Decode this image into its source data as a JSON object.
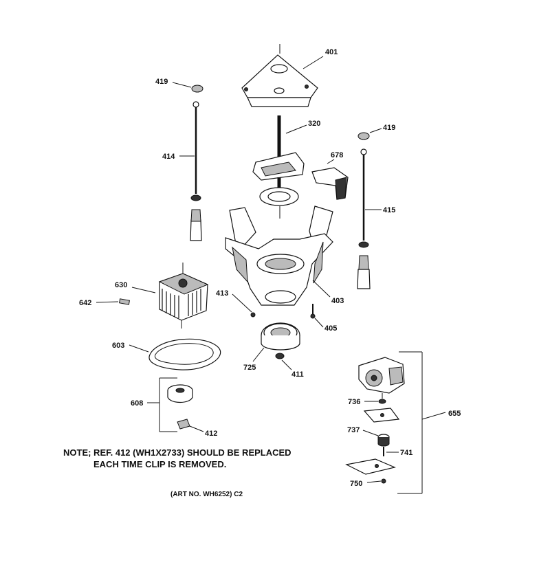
{
  "parts": {
    "p401": "401",
    "p419a": "419",
    "p419b": "419",
    "p320": "320",
    "p414": "414",
    "p678": "678",
    "p415": "415",
    "p630": "630",
    "p642": "642",
    "p413": "413",
    "p403": "403",
    "p405": "405",
    "p603": "603",
    "p725": "725",
    "p411": "411",
    "p608": "608",
    "p412": "412",
    "p655": "655",
    "p736": "736",
    "p737": "737",
    "p741": "741",
    "p750": "750"
  },
  "note": {
    "line1": "NOTE; REF. 412 (WH1X2733) SHOULD BE REPLACED",
    "line2": "EACH TIME CLIP IS REMOVED."
  },
  "art_no": "(ART NO. WH6252) C2"
}
